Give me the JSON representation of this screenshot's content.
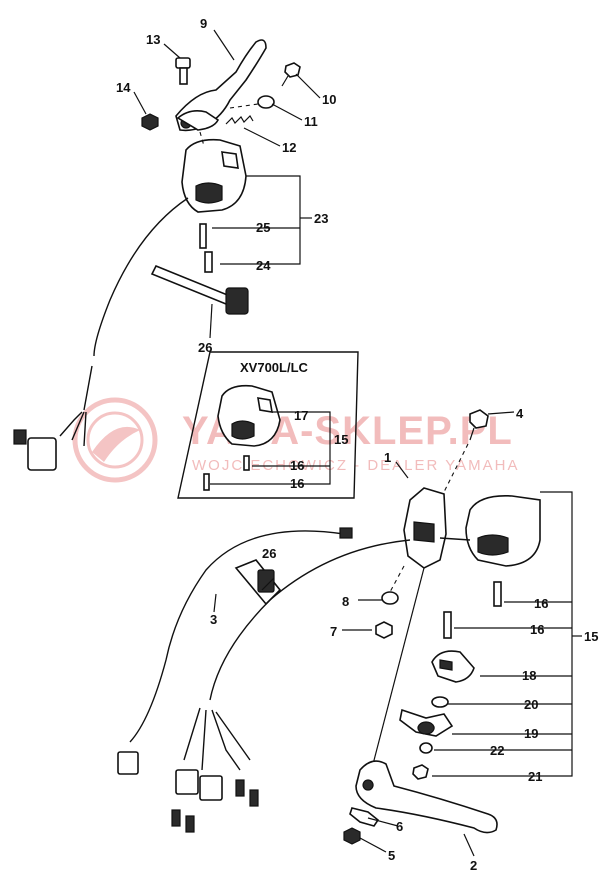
{
  "inset": {
    "title": "XV700L/LC"
  },
  "watermark": {
    "brand": "YAMA-SKLEP.PL",
    "tagline": "WOJCIECHOWICZ - DEALER YAMAHA"
  },
  "labels": {
    "l9": "9",
    "l13": "13",
    "l14": "14",
    "l10": "10",
    "l11": "11",
    "l12": "12",
    "l23": "23",
    "l25": "25",
    "l24": "24",
    "l26a": "26",
    "l17": "17",
    "l15a": "15",
    "l16a": "16",
    "l16b": "16",
    "l4": "4",
    "l1": "1",
    "l26b": "26",
    "l3": "3",
    "l8": "8",
    "l7": "7",
    "l16c": "16",
    "l16d": "16",
    "l15b": "15",
    "l18": "18",
    "l20": "20",
    "l19": "19",
    "l22": "22",
    "l21": "21",
    "l6": "6",
    "l5": "5",
    "l2": "2"
  }
}
